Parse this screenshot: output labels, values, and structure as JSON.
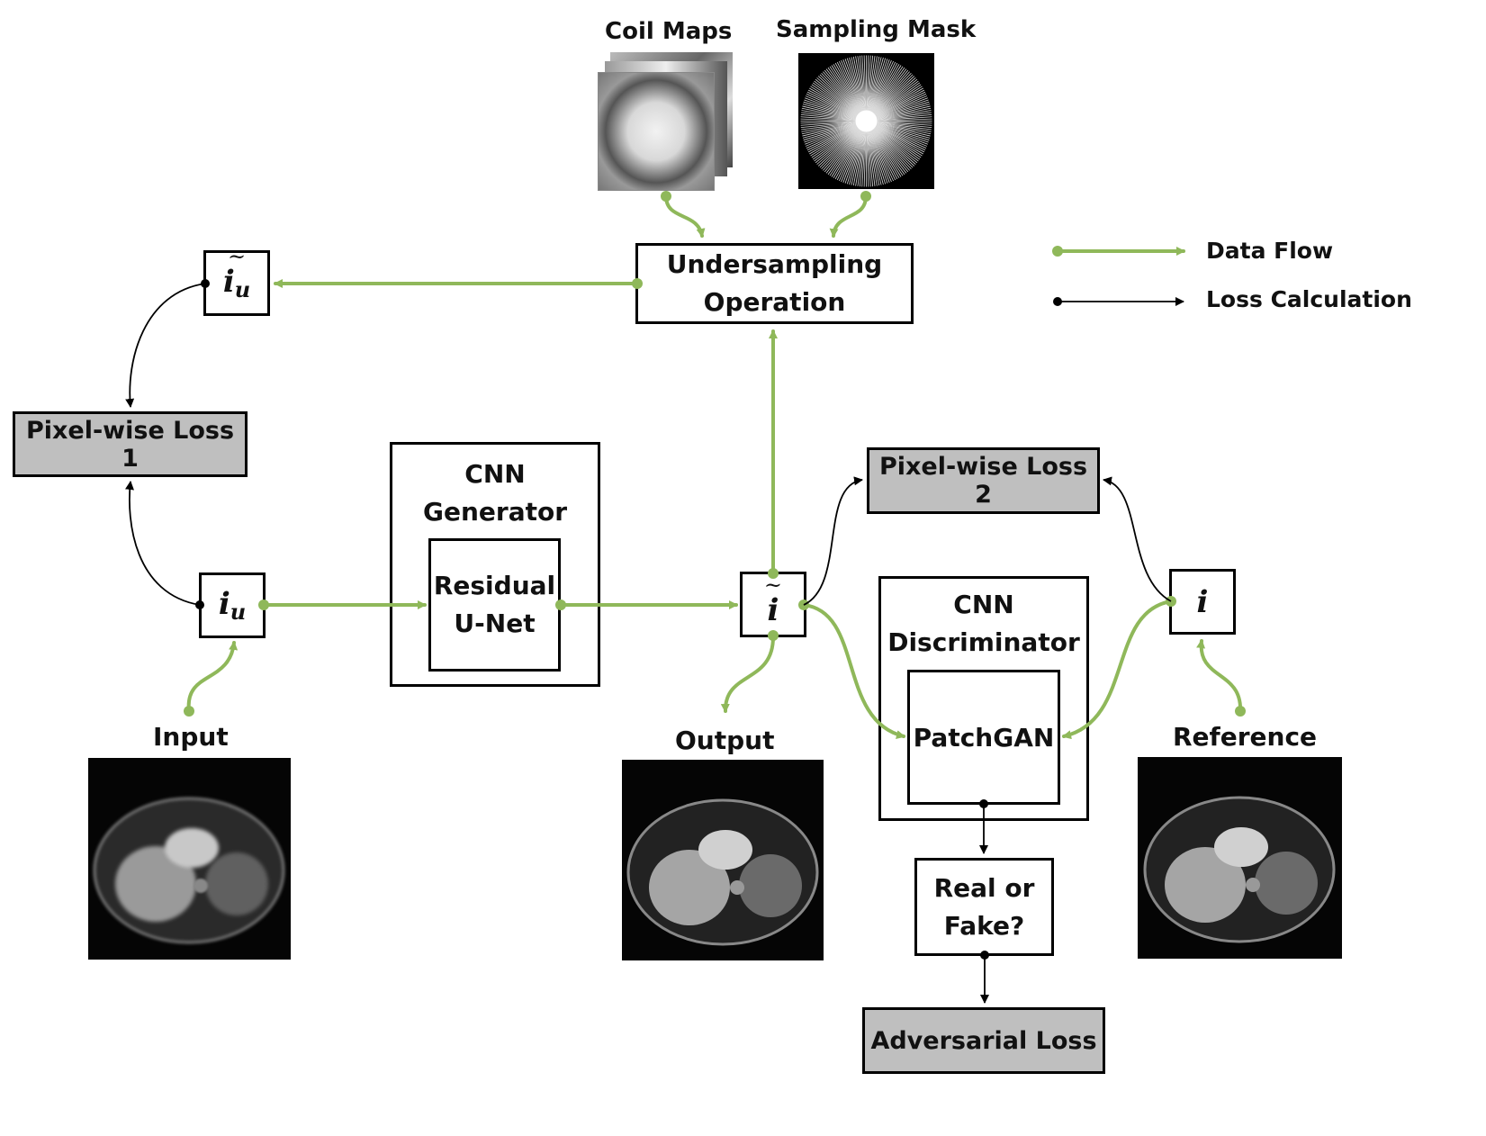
{
  "diagram": {
    "top_labels": {
      "coil_maps": "Coil Maps",
      "sampling_mask": "Sampling Mask"
    },
    "legend": {
      "data_flow": "Data Flow",
      "loss_calculation": "Loss Calculation"
    },
    "nodes": {
      "undersampling": [
        "Undersampling",
        "Operation"
      ],
      "pixel_loss_1": "Pixel-wise Loss 1",
      "pixel_loss_2": "Pixel-wise Loss 2",
      "adversarial_loss": "Adversarial Loss",
      "cnn_generator": [
        "CNN",
        "Generator"
      ],
      "residual_unet": [
        "Residual",
        "U-Net"
      ],
      "cnn_discriminator": [
        "CNN",
        "Discriminator"
      ],
      "patchgan": "PatchGAN",
      "real_or_fake": [
        "Real or",
        "Fake?"
      ]
    },
    "symbols": {
      "iu_tilde": {
        "base": "i",
        "sub": "u",
        "accent": "~"
      },
      "iu": {
        "base": "i",
        "sub": "u"
      },
      "i_tilde": {
        "base": "i",
        "accent": "~"
      },
      "i": {
        "base": "i"
      }
    },
    "image_labels": {
      "input": "Input",
      "output": "Output",
      "reference": "Reference"
    },
    "colors": {
      "data_flow": "#8fb85a",
      "loss_flow": "#000000",
      "loss_box": "#bfbfbf"
    }
  }
}
